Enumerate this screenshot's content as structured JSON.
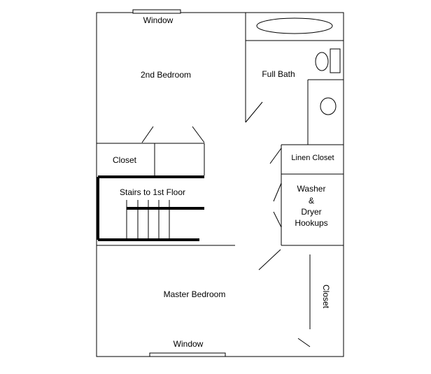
{
  "labels": {
    "window_top": "Window",
    "bedroom2": "2nd Bedroom",
    "full_bath": "Full Bath",
    "closet_left": "Closet",
    "linen_closet": "Linen Closet",
    "stairs": "Stairs to 1st Floor",
    "washer_line1": "Washer",
    "washer_line2": "&",
    "washer_line3": "Dryer",
    "washer_line4": "Hookups",
    "master_bedroom": "Master Bedroom",
    "closet_right": "Closet",
    "window_bottom": "Window"
  }
}
